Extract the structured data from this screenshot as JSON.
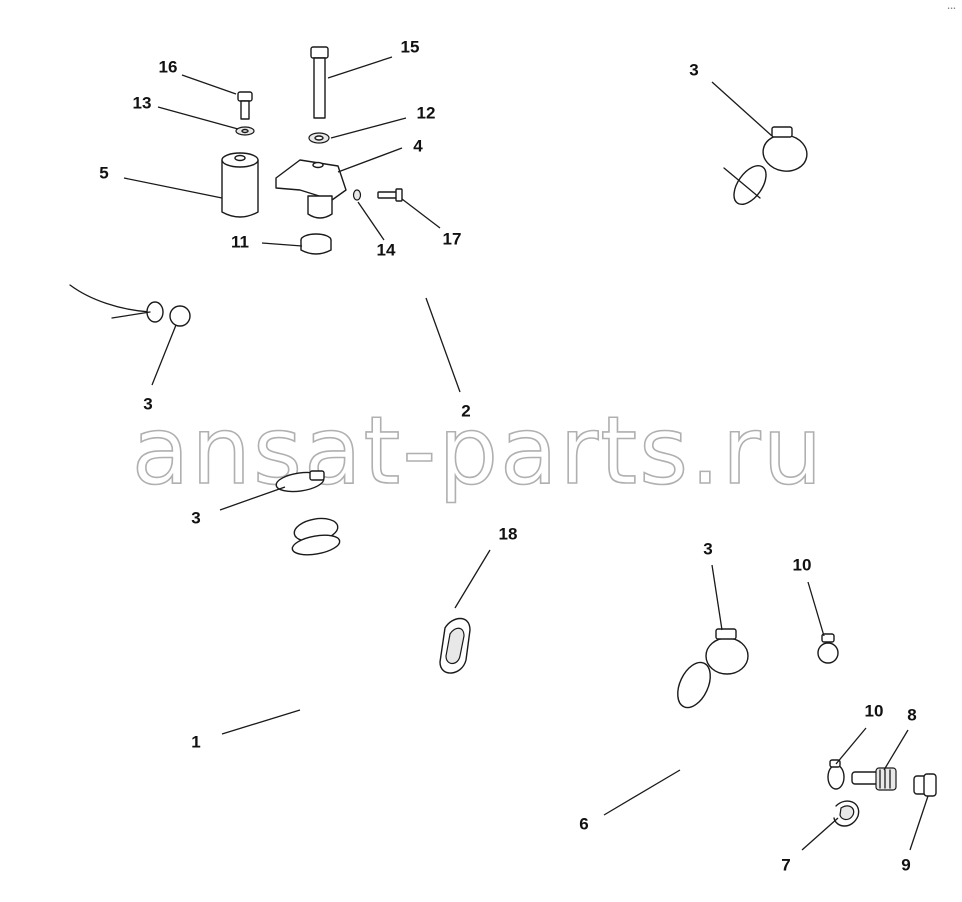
{
  "watermark": "ansat-parts.ru",
  "corner_mark": "•••",
  "callouts": {
    "c16": "16",
    "c15": "15",
    "c13": "13",
    "c12": "12",
    "c4": "4",
    "c5": "5",
    "c14": "14",
    "c17": "17",
    "c11": "11",
    "c3_top_right": "3",
    "c3_left": "3",
    "c2": "2",
    "c3_mid": "3",
    "c18": "18",
    "c3_lower": "3",
    "c10_upper": "10",
    "c1": "1",
    "c10_lower": "10",
    "c8": "8",
    "c6": "6",
    "c7": "7",
    "c9": "9"
  }
}
